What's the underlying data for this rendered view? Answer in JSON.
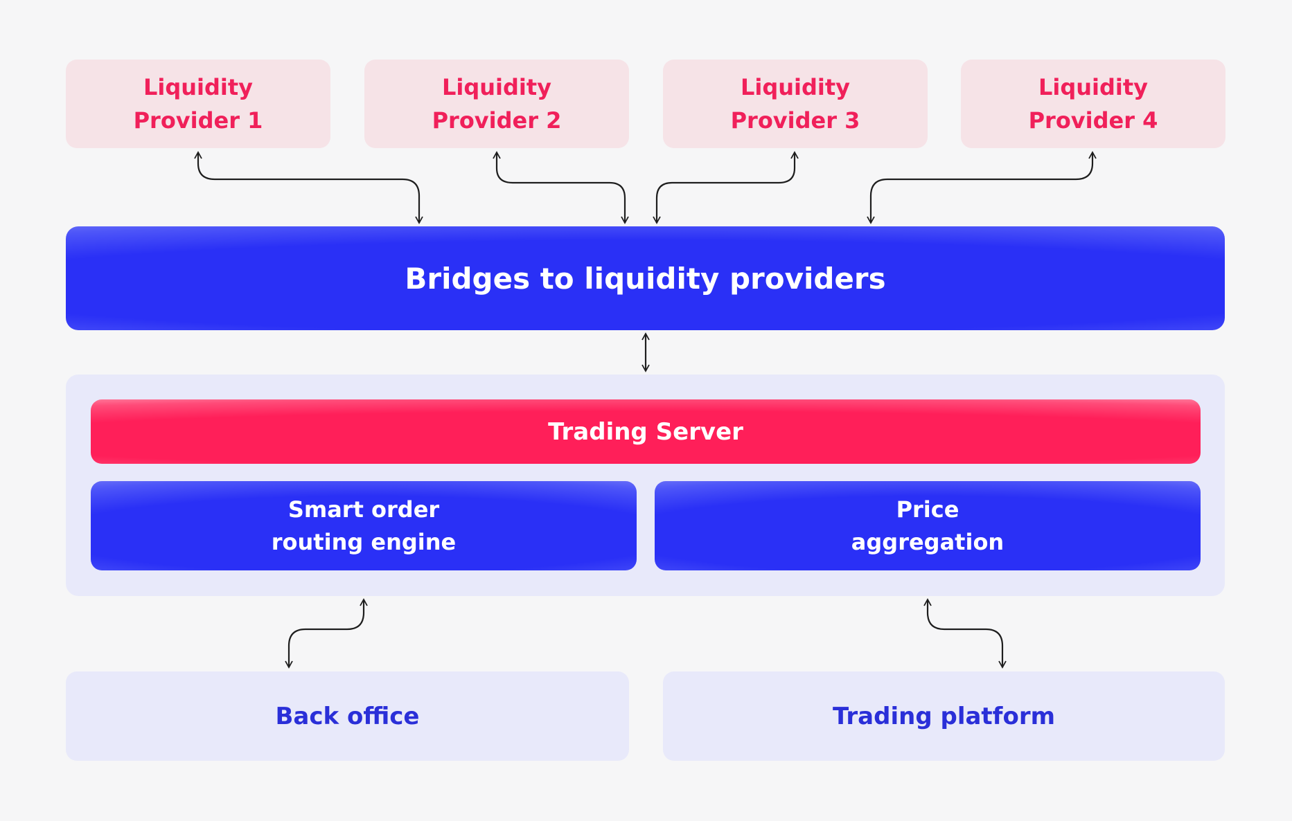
{
  "providers": [
    {
      "line1": "Liquidity",
      "line2": "Provider 1"
    },
    {
      "line1": "Liquidity",
      "line2": "Provider 2"
    },
    {
      "line1": "Liquidity",
      "line2": "Provider 3"
    },
    {
      "line1": "Liquidity",
      "line2": "Provider 4"
    }
  ],
  "bridge": {
    "label": "Bridges to liquidity providers"
  },
  "server": {
    "title": "Trading Server",
    "routing": {
      "line1": "Smart order",
      "line2": "routing engine"
    },
    "price": {
      "line1": "Price",
      "line2": "aggregation"
    }
  },
  "bottom": {
    "back_office": "Back office",
    "trading_platform": "Trading platform"
  },
  "colors": {
    "background": "#f6f6f7",
    "accent_pink": "#ff1f59",
    "accent_blue": "#2a30f6",
    "provider_fill": "#f6e3e7",
    "panel_fill": "#e8e9fa"
  }
}
